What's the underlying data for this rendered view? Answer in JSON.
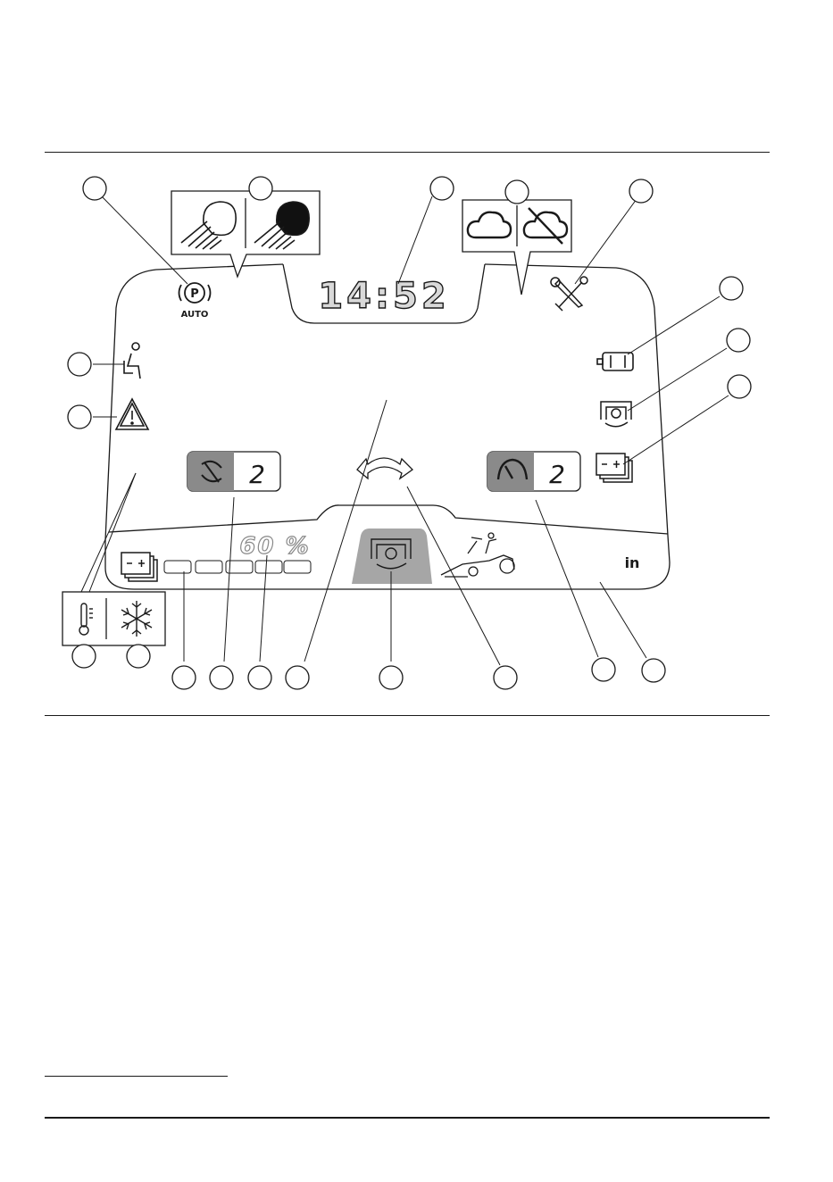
{
  "display": {
    "clock": "14:52",
    "parking_brake_label": "AUTO",
    "rpm_mode_value": "2",
    "speed_mode_value": "2",
    "battery_percent": "60 %",
    "unit_label": "in"
  },
  "icons": {
    "parking": "parking-brake-auto-icon",
    "lights": "headlight-icon",
    "lights_on": "headlight-on-icon",
    "cloud": "cloud-icon",
    "cloud_off": "cloud-off-icon",
    "service": "service-tools-icon",
    "seat": "operator-seat-icon",
    "warning": "warning-triangle-icon",
    "cutting_unit": "cutting-unit-icon",
    "pto": "pto-icon",
    "battery": "battery-icon",
    "temperature": "temperature-icon",
    "frost": "frost-icon",
    "mower": "mower-icon",
    "rpm": "rpm-icon",
    "speed": "speedometer-icon",
    "turn": "turn-indicator-icon"
  },
  "colors": {
    "line": "#1a1a1a",
    "highlight": "#a6a6a6",
    "box_dark": "#8a8a8a",
    "gray_text": "#888888",
    "clock_fill": "#d9d9d9"
  },
  "battery_bar": {
    "segments": 5,
    "filled": 0
  }
}
